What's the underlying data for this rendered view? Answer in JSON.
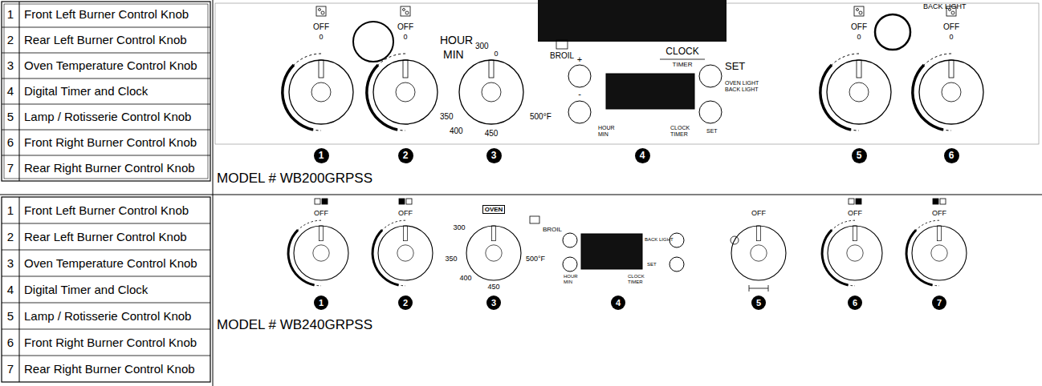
{
  "diagram": {
    "labels": [
      "1",
      "Front Left Burner Control Knob",
      "2",
      "Rear Left Burner Control Knob",
      "3",
      "Oven Temperature Control Knob",
      "4",
      "Digital Timer and Clock",
      "5",
      "Lamp / Rotisserie Control Knob",
      "6",
      "Front Right Burner Control Knob",
      "7",
      "Rear Right Burner Control Knob",
      "BACK LIGHT",
      "OFF",
      "0",
      "OFF",
      "0",
      "HOUR",
      "300",
      "MIN",
      "0",
      "BROIL",
      "350",
      "400",
      "450",
      "500°F",
      "+",
      "-",
      "CLOCK",
      "TIMER",
      "SET",
      "OVEN LIGHT",
      "BACK LIGHT",
      "HOUR",
      "MIN",
      "CLOCK",
      "TIMER",
      "SET",
      "OFF",
      "0",
      "OFF",
      "0",
      "1",
      "2",
      "3",
      "4",
      "5",
      "6",
      "MODEL # WB200GRPSS",
      "1",
      "Front Left Burner Control Knob",
      "2",
      "Rear Left Burner Control Knob",
      "3",
      "Oven Temperature Control Knob",
      "4",
      "Digital Timer and Clock",
      "5",
      "Lamp / Rotisserie Control Knob",
      "6",
      "Front Right Burner Control Knob",
      "7",
      "Rear Right Burner Control Knob",
      "OFF",
      "OFF",
      "OVEN",
      "300",
      "BROIL",
      "350",
      "400",
      "450",
      "500°F",
      "HOUR",
      "MIN",
      "CLOCK",
      "TIMER",
      "BACK LIGHT",
      "SET",
      "OFF",
      "OFF",
      "OFF",
      "1",
      "2",
      "3",
      "4",
      "5",
      "6",
      "7",
      "MODEL # WB240GRPSS"
    ]
  }
}
